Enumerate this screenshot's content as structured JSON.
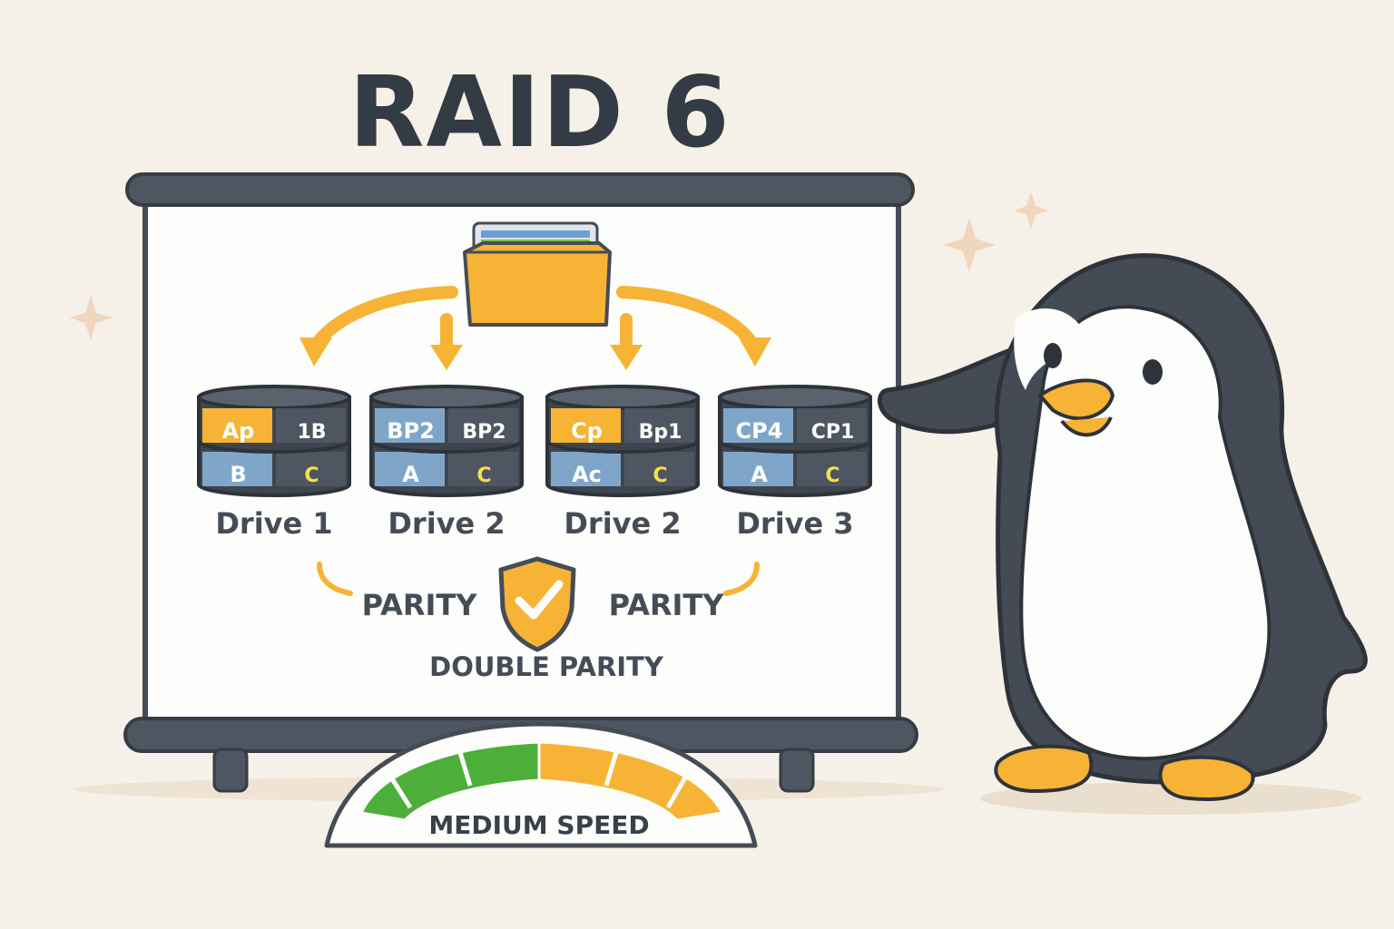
{
  "title": "RAID 6",
  "drives": [
    {
      "label": "Drive 1",
      "top": [
        "Ap",
        "1B"
      ],
      "bottom": [
        "B",
        "C"
      ],
      "top_colors": [
        "#f6b335",
        "#4e5662"
      ],
      "bottom_colors": [
        "#7fa6c8",
        "#4e5662"
      ]
    },
    {
      "label": "Drive 2",
      "top": [
        "BP2",
        "BP2"
      ],
      "bottom": [
        "A",
        "C"
      ],
      "top_colors": [
        "#7fa6c8",
        "#4e5662"
      ],
      "bottom_colors": [
        "#7fa6c8",
        "#4e5662"
      ]
    },
    {
      "label": "Drive 2",
      "top": [
        "Cp",
        "Bp1"
      ],
      "bottom": [
        "Ac",
        "C"
      ],
      "top_colors": [
        "#f6b335",
        "#4e5662"
      ],
      "bottom_colors": [
        "#7fa6c8",
        "#4e5662"
      ]
    },
    {
      "label": "Drive 3",
      "top": [
        "CP4",
        "CP1"
      ],
      "bottom": [
        "A",
        "C"
      ],
      "top_colors": [
        "#7fa6c8",
        "#4e5662"
      ],
      "bottom_colors": [
        "#7fa6c8",
        "#4e5662"
      ]
    }
  ],
  "parity_left": "PARITY",
  "parity_right": "PARITY",
  "double_parity": "DOUBLE PARITY",
  "speed_label": "MEDIUM SPEED",
  "colors": {
    "background": "#f6f1e8",
    "board_frame": "#454c56",
    "accent_orange": "#f6b335",
    "drive_blue": "#7fa6c8",
    "speed_green": "#4caf3a",
    "text_dark": "#333b44"
  },
  "icons": [
    "folder-icon",
    "shield-check-icon",
    "penguin-mascot",
    "sparkle-icon",
    "speed-gauge"
  ]
}
